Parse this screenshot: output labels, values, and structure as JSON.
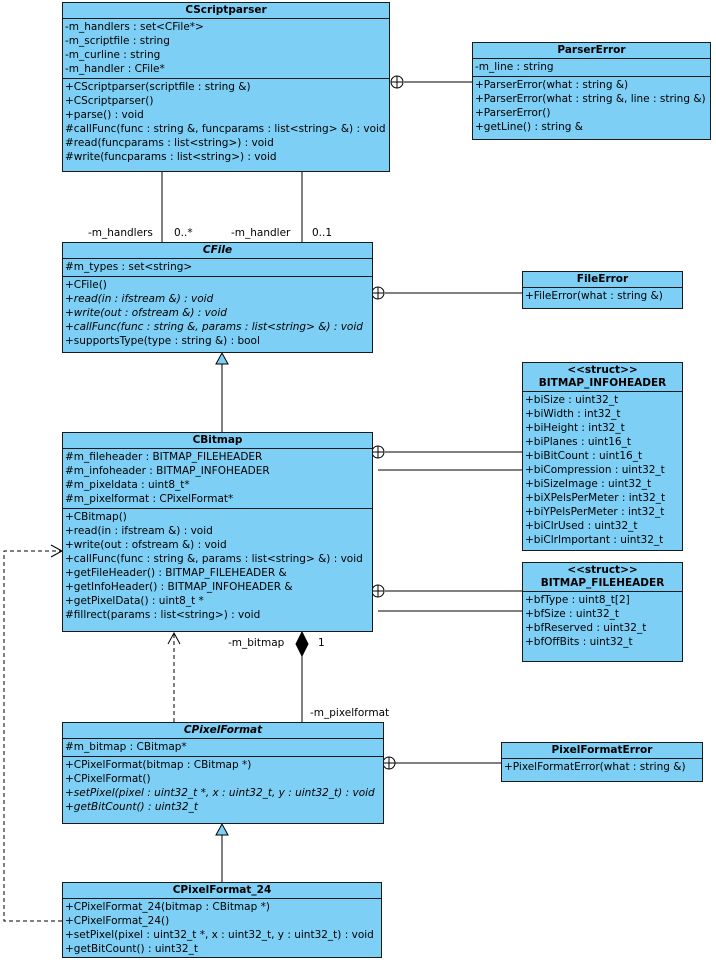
{
  "classes": {
    "cscriptparser": {
      "name": "CScriptparser",
      "attributes": [
        "-m_handlers : set<CFile*>",
        "-m_scriptfile : string",
        "-m_curline : string",
        "-m_handler : CFile*"
      ],
      "operations": [
        "+CScriptparser(scriptfile : string &)",
        "+CScriptparser()",
        "+parse() : void",
        "#callFunc(func : string &, funcparams : list<string> &) : void",
        "#read(funcparams : list<string>) : void",
        "#write(funcparams : list<string>) : void"
      ]
    },
    "parsererror": {
      "name": "ParserError",
      "attributes": [
        "-m_line : string"
      ],
      "operations": [
        "+ParserError(what : string &)",
        "+ParserError(what : string &, line : string &)",
        "+ParserError()",
        "+getLine() : string &"
      ]
    },
    "cfile": {
      "name": "CFile",
      "attributes": [
        "#m_types : set<string>"
      ],
      "operations": [
        "+CFile()",
        "+read(in : ifstream &) : void",
        "+write(out : ofstream &) : void",
        "+callFunc(func : string &, params : list<string> &) : void",
        "+supportsType(type : string &) : bool"
      ]
    },
    "fileerror": {
      "name": "FileError",
      "operations": [
        "+FileError(what : string &)"
      ]
    },
    "bitmap_infoheader": {
      "stereotype": "<<struct>>",
      "name": "BITMAP_INFOHEADER",
      "attributes": [
        "+biSize : uint32_t",
        "+biWidth : int32_t",
        "+biHeight : int32_t",
        "+biPlanes : uint16_t",
        "+biBitCount : uint16_t",
        "+biCompression : uint32_t",
        "+biSizeImage : uint32_t",
        "+biXPelsPerMeter : int32_t",
        "+biYPelsPerMeter : int32_t",
        "+biClrUsed : uint32_t",
        "+biClrImportant : uint32_t"
      ]
    },
    "cbitmap": {
      "name": "CBitmap",
      "attributes": [
        "#m_fileheader : BITMAP_FILEHEADER",
        "#m_infoheader : BITMAP_INFOHEADER",
        "#m_pixeldata : uint8_t*",
        "#m_pixelformat : CPixelFormat*"
      ],
      "operations": [
        "+CBitmap()",
        "+read(in : ifstream &) : void",
        "+write(out : ofstream &) : void",
        "+callFunc(func : string &, params : list<string> &) : void",
        "+getFileHeader() : BITMAP_FILEHEADER &",
        "+getInfoHeader() : BITMAP_INFOHEADER &",
        "+getPixelData() : uint8_t *",
        "#fillrect(params : list<string>) : void"
      ]
    },
    "bitmap_fileheader": {
      "stereotype": "<<struct>>",
      "name": "BITMAP_FILEHEADER",
      "attributes": [
        "+bfType : uint8_t[2]",
        "+bfSize : uint32_t",
        "+bfReserved : uint32_t",
        "+bfOffBits : uint32_t"
      ]
    },
    "cpixelformat": {
      "name": "CPixelFormat",
      "attributes": [
        "#m_bitmap : CBitmap*"
      ],
      "operations": [
        "+CPixelFormat(bitmap : CBitmap *)",
        "+CPixelFormat()",
        "+setPixel(pixel : uint32_t *, x : uint32_t, y : uint32_t) : void",
        "+getBitCount() : uint32_t"
      ]
    },
    "pixelformaterror": {
      "name": "PixelFormatError",
      "operations": [
        "+PixelFormatError(what : string &)"
      ]
    },
    "cpixelformat_24": {
      "name": "CPixelFormat_24",
      "operations": [
        "+CPixelFormat_24(bitmap : CBitmap *)",
        "+CPixelFormat_24()",
        "+setPixel(pixel : uint32_t *, x : uint32_t, y : uint32_t) : void",
        "+getBitCount() : uint32_t"
      ]
    }
  },
  "labels": {
    "m_handlers_role": "-m_handlers",
    "m_handlers_mult": "0..*",
    "m_handler_role": "-m_handler",
    "m_handler_mult": "0..1",
    "m_bitmap_role": "-m_bitmap",
    "m_bitmap_mult": "1",
    "m_pixelformat_role": "-m_pixelformat"
  }
}
